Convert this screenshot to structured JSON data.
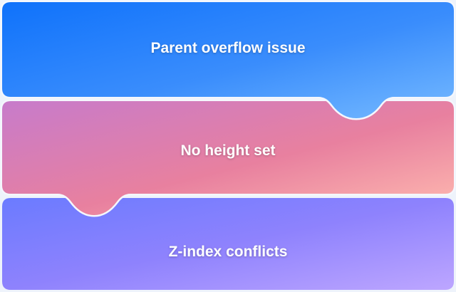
{
  "panels": [
    {
      "label": "Parent overflow issue",
      "gradient": [
        "#0f72fb",
        "#6db6ff"
      ]
    },
    {
      "label": "No height set",
      "gradient": [
        "#c87ac9",
        "#e8809c",
        "#fcb8ae"
      ]
    },
    {
      "label": "Z-index conflicts",
      "gradient": [
        "#6d7cff",
        "#8f82fd",
        "#b9a3ff"
      ]
    }
  ],
  "colors": {
    "background": "#eef3fb",
    "separator": "#f4f7fd"
  }
}
